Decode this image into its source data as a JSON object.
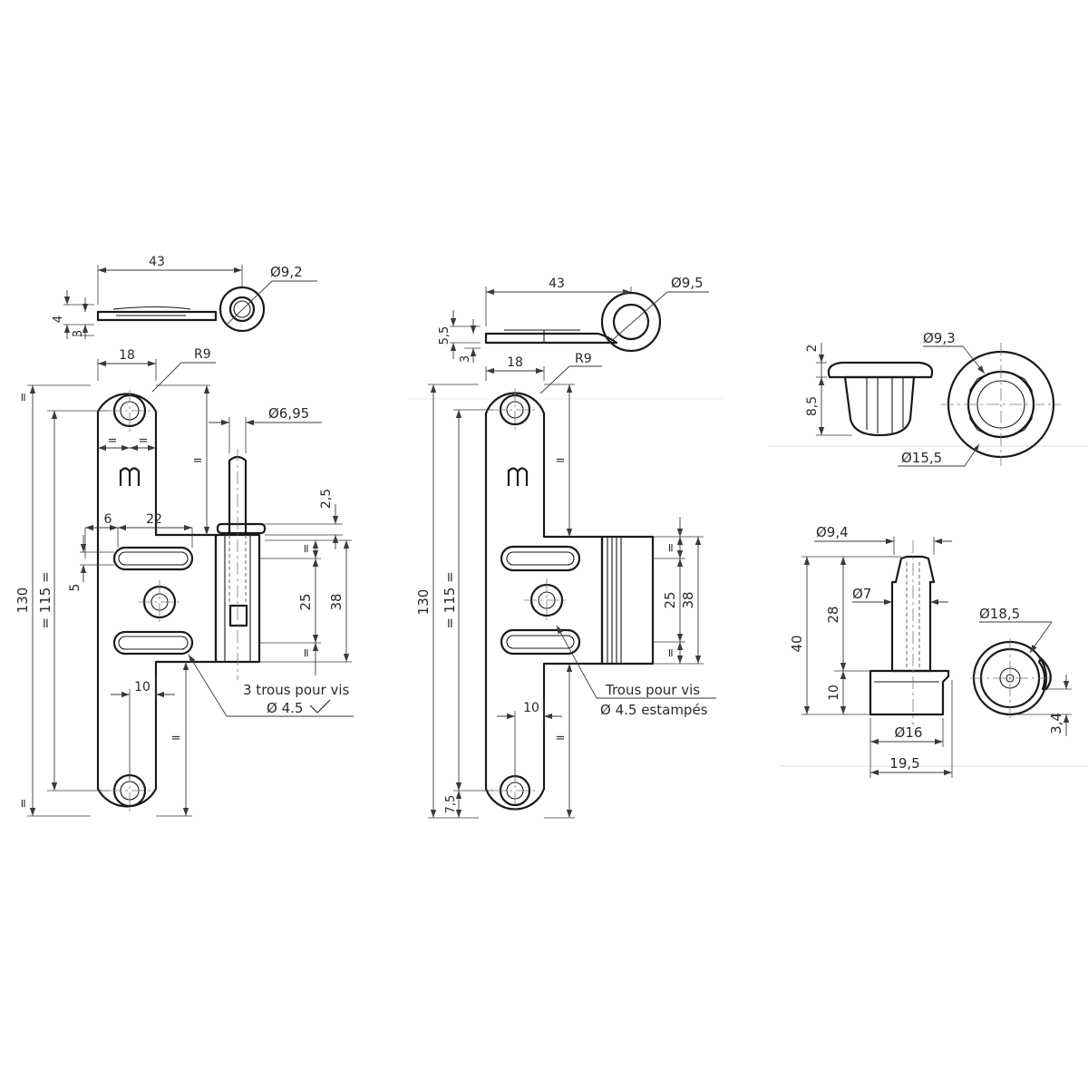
{
  "left_hinge": {
    "top": {
      "d_43": "43",
      "d_dia": "Ø9,2",
      "d_4": "4",
      "d_3": "3"
    },
    "d_18": "18",
    "d_r9": "R9",
    "d_dia_pin": "Ø6,95",
    "d_25a": "2,5",
    "d_6": "6",
    "d_22": "22",
    "d_5": "5",
    "d_25": "25",
    "d_38": "38",
    "d_10": "10",
    "d_130": "130",
    "d_115": "= 115 =",
    "eq": "=",
    "note_line1": "3 trous pour vis",
    "note_line2": "Ø 4.5"
  },
  "middle_hinge": {
    "top": {
      "d_43": "43",
      "d_dia": "Ø9,5",
      "d_55": "5,5",
      "d_3": "3"
    },
    "d_18": "18",
    "d_r9": "R9",
    "d_25": "25",
    "d_38": "38",
    "d_10": "10",
    "d_130": "130",
    "d_115": "= 115 =",
    "d_75": "7,5",
    "eq": "=",
    "note_line1": "Trous pour vis",
    "note_line2": "Ø 4.5 estampés"
  },
  "bushing": {
    "d_2": "2",
    "d_85": "8,5",
    "d_93": "Ø9,3",
    "d_155": "Ø15,5"
  },
  "pin": {
    "d_94": "Ø9,4",
    "d_7": "Ø7",
    "d_28": "28",
    "d_40": "40",
    "d_10": "10",
    "d_16": "Ø16",
    "d_195": "19,5",
    "d_185": "Ø18,5",
    "d_34": "3,4"
  }
}
